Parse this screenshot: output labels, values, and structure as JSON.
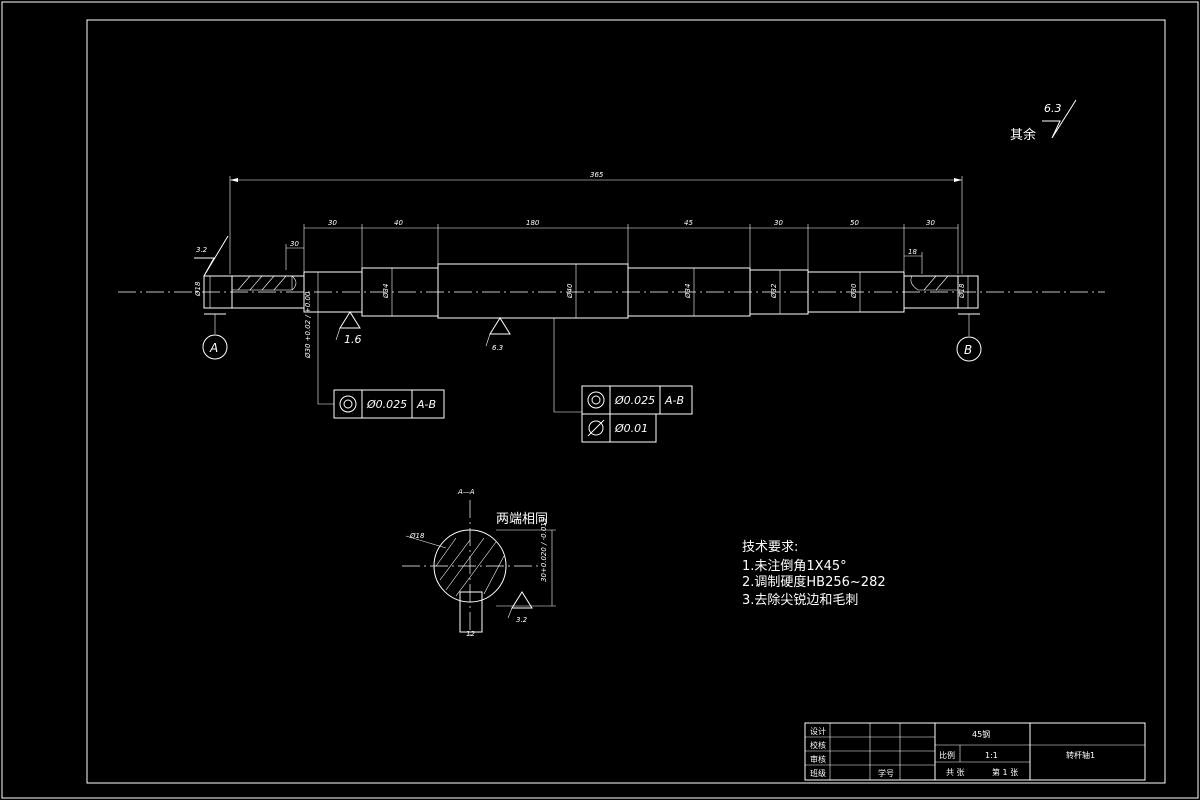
{
  "roughness": {
    "remainder_label": "其余",
    "remainder_value": "6.3",
    "left_end": "3.2",
    "journal": "1.6",
    "middle": "6.3",
    "keyway": "3.2"
  },
  "dimensions": {
    "overall_length": "365",
    "segments": [
      "30",
      "40",
      "180",
      "45",
      "30",
      "50",
      "30"
    ],
    "left_key_length": "30",
    "right_key_length": "18",
    "diameters": [
      "Ø18",
      "Ø34",
      "Ø40",
      "Ø34",
      "Ø32",
      "Ø30",
      "Ø18"
    ],
    "tolerance": "Ø30 +0.02 / +0.00"
  },
  "datums": {
    "a": "A",
    "b": "B"
  },
  "tolerance_frames": {
    "left": {
      "symbol": "coaxiality",
      "value": "Ø0.025",
      "datum": "A-B"
    },
    "right": {
      "symbol": "coaxiality",
      "value": "Ø0.025",
      "datum": "A-B",
      "second_symbol": "cylindricity",
      "second_value": "Ø0.01"
    }
  },
  "section": {
    "label": "A—A",
    "note": "两端相同",
    "diameter": "Ø18",
    "depth": "30+0.020 / -0.015",
    "key_width": "12",
    "roughness": "3.2"
  },
  "tech_requirements": {
    "title": "技术要求:",
    "items": [
      "1.未注倒角1X45°",
      "2.调制硬度HB256~282",
      "3.去除尖锐边和毛刺"
    ]
  },
  "title_block": {
    "design": "设计",
    "check": "校核",
    "review": "审核",
    "class": "班级",
    "student_id": "学号",
    "material": "45钢",
    "scale_label": "比例",
    "scale_value": "1:1",
    "part_name": "转杆轴1",
    "sheets": "共 张",
    "sheet_no": "第 1 张"
  }
}
